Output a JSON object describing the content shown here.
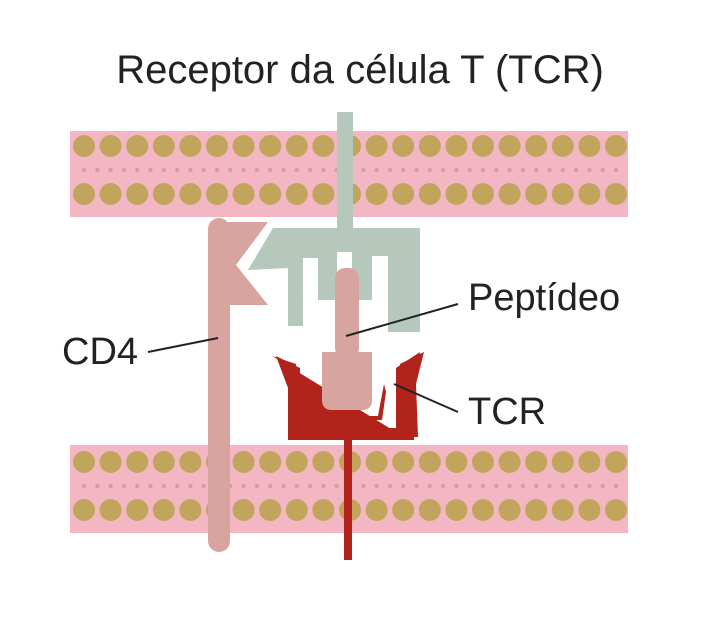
{
  "title": "Receptor da célula T (TCR)",
  "labels": {
    "cd4": "CD4",
    "peptide": "Peptídeo",
    "tcr": "TCR"
  },
  "colors": {
    "membrane": "#f3b6c3",
    "lipid_head": "#c2a55c",
    "lipid_dot": "#d89aa6",
    "mhc": "#b5c8bb",
    "peptide": "#d7a4a0",
    "cd4": "#d7a4a0",
    "tcr": "#b2231c",
    "leader_line": "#222222"
  }
}
